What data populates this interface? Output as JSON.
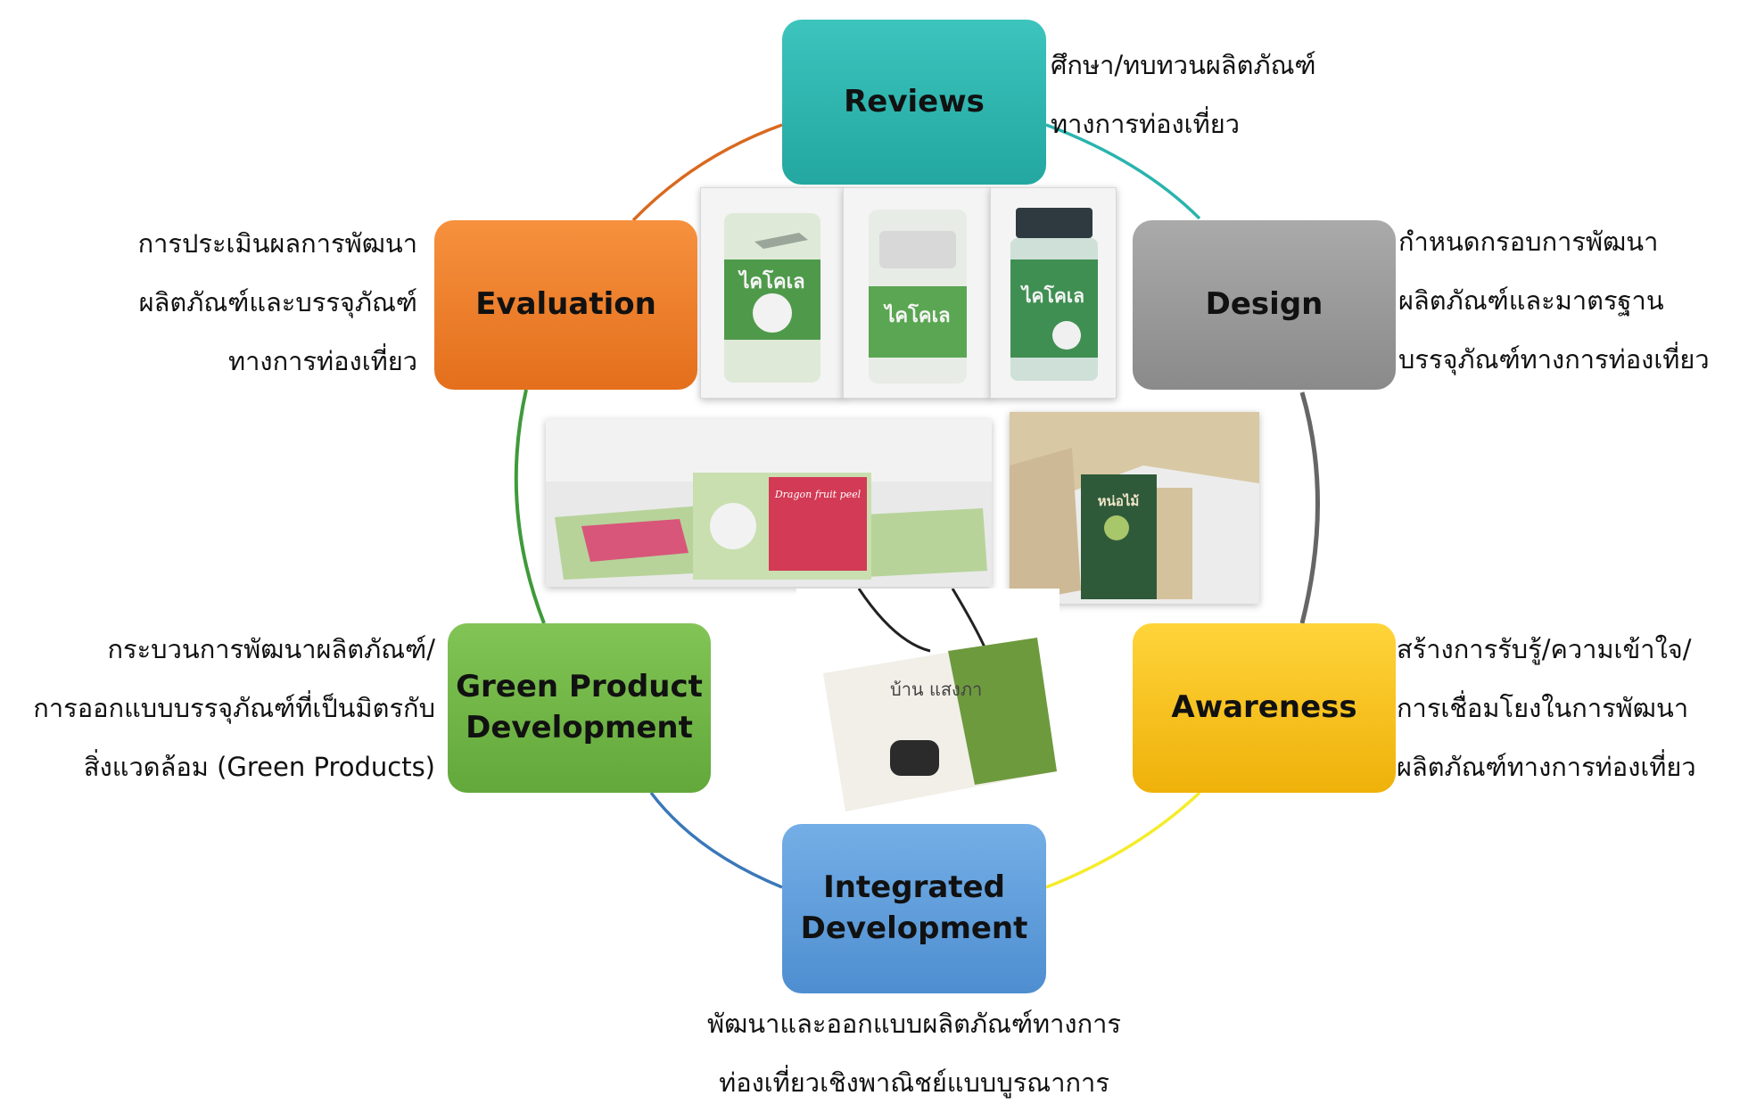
{
  "nodes": {
    "reviews": {
      "label": "Reviews",
      "color": "#2ab4ad"
    },
    "design": {
      "label": "Design",
      "color": "#969696"
    },
    "awareness": {
      "label": "Awareness",
      "color": "#f7c21c"
    },
    "integrated": {
      "label": "Integrated\nDevelopment",
      "color": "#5b9bd5"
    },
    "green": {
      "label": "Green Product\nDevelopment",
      "color": "#70b246"
    },
    "evaluation": {
      "label": "Evaluation",
      "color": "#ee7d2a"
    }
  },
  "descriptions": {
    "reviews": [
      "ศึกษา/ทบทวนผลิตภัณฑ์",
      "ทางการท่องเที่ยว"
    ],
    "design": [
      "กำหนดกรอบการพัฒนา",
      "ผลิตภัณฑ์และมาตรฐาน",
      "บรรจุภัณฑ์ทางการท่องเที่ยว"
    ],
    "awareness": [
      "สร้างการรับรู้/ความเข้าใจ/",
      "การเชื่อมโยงในการพัฒนา",
      "ผลิตภัณฑ์ทางการท่องเที่ยว"
    ],
    "integrated": [
      "พัฒนาและออกแบบผลิตภัณฑ์ทางการ",
      "ท่องเที่ยวเชิงพาณิชย์แบบบูรณาการ"
    ],
    "green": [
      "กระบวนการพัฒนาผลิตภัณฑ์/",
      "การออกแบบบรรจุภัณฑ์ที่เป็นมิตรกับ",
      "สิ่งแวดล้อม (Green Products)"
    ],
    "evaluation": [
      "การประเมินผลการพัฒนา",
      "ผลิตภัณฑ์และบรรจุภัณฑ์",
      "ทางการท่องเที่ยว"
    ]
  },
  "arc_colors": {
    "reviews_design": "#2ab4ad",
    "design_awareness": "#666666",
    "awareness_integrated": "#f5ec2a",
    "integrated_green": "#3a78b8",
    "green_evaluation": "#3f9a3a",
    "evaluation_reviews": "#d9691f"
  },
  "photo_text": {
    "dragon": "Dragon fruit peel",
    "bottle": "ไคโคเล",
    "bamboo": "หน่อไม้",
    "saengla": "บ้าน\nแสงภา"
  }
}
